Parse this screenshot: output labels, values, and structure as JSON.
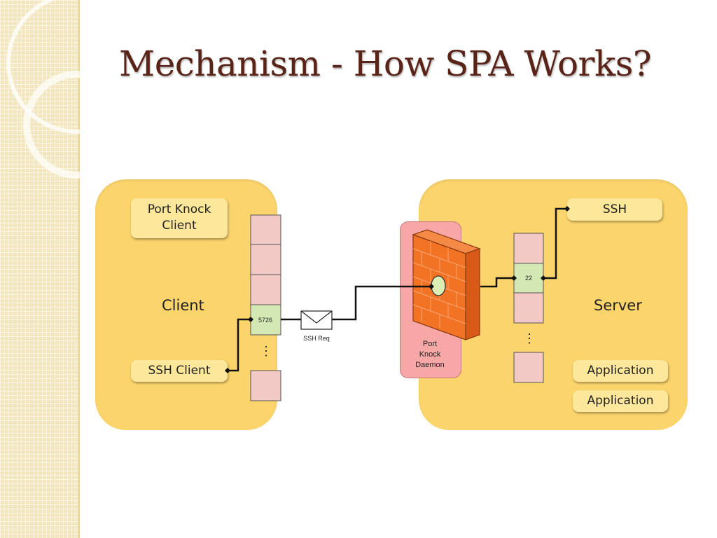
{
  "title": "Mechanism - How SPA Works?",
  "client": {
    "label": "Client",
    "port_knock_client": [
      "Port Knock",
      "Client"
    ],
    "ssh_client": "SSH Client",
    "port_number": "5726",
    "ellipsis": "⋮"
  },
  "packet_label": "SSH Req",
  "daemon_label": [
    "Port",
    "Knock",
    "Daemon"
  ],
  "server": {
    "label": "Server",
    "ssh": "SSH",
    "port_number": "22",
    "ellipsis": "⋮",
    "applications": [
      "Application",
      "Application"
    ]
  },
  "colors": {
    "title": "#5a2318",
    "panel": "#fbd46b",
    "box": "#fde79a",
    "port_cell": "#f2c9c4",
    "active_port": "#d4e8b4",
    "daemon_bg": "#f8a7a7",
    "firewall": "#f27324"
  }
}
